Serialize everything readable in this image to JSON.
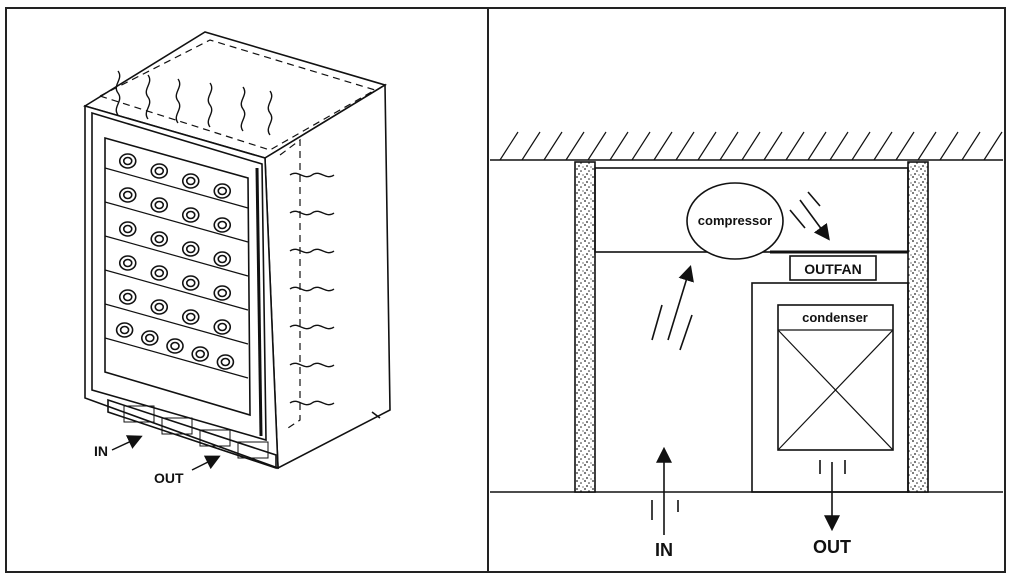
{
  "left_panel": {
    "labels": {
      "in": "IN",
      "out": "OUT"
    },
    "wine_rows": 6
  },
  "right_panel": {
    "labels": {
      "compressor": "compressor",
      "out_fan": "OUTFAN",
      "condenser": "condenser",
      "in": "IN",
      "out": "OUT"
    }
  }
}
